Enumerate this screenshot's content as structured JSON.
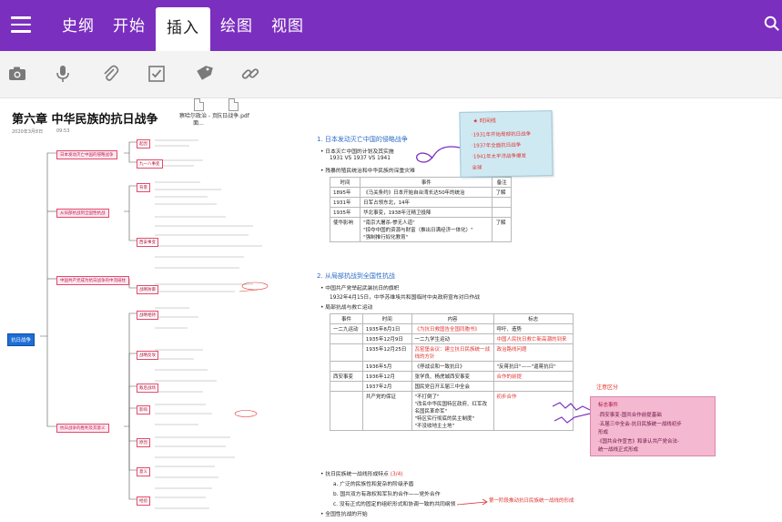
{
  "ribbon": {
    "tabs": [
      {
        "label": "史纲"
      },
      {
        "label": "开始"
      },
      {
        "label": "插入"
      },
      {
        "label": "绘图"
      },
      {
        "label": "视图"
      }
    ],
    "accent_color": "#7b2fbf"
  },
  "toolbar": {
    "icons": [
      "camera-icon",
      "microphone-icon",
      "attach-icon",
      "checkbox-icon",
      "tag-icon",
      "link-icon"
    ]
  },
  "page": {
    "title": "第六章 中华民族的抗日战争",
    "date": "2020年3月8日",
    "time": "09:53",
    "attachments": [
      {
        "name": "察哈尔政治 - 页面..."
      },
      {
        "name": "抗日战争.pdf"
      }
    ]
  },
  "mindmap": {
    "root": "抗日战争",
    "main_nodes": [
      "日本发动灭亡中国的侵略战争",
      "从局部抗战到全国性抗战",
      "中国共产党成为抗日战争的中流砥柱",
      "抗日战争的胜利及其意义"
    ],
    "sub_nodes": [
      "起因",
      "九一八事变",
      "背景",
      "西安事变",
      "战略防御",
      "战略相持",
      "战略反攻",
      "敌后战场",
      "影响",
      "原因",
      "意义",
      "经验"
    ]
  },
  "notes": {
    "section1": {
      "heading": "1.  日本发动灭亡中国的侵略战争",
      "bullet1": "日本灭亡中国的计划及其实施",
      "bullet1_sub": "1931 VS 1937 VS 1941",
      "bullet2": "残暴的殖民统治和中华民族的深重灾难",
      "table_headers": [
        "时间",
        "事件",
        "备注"
      ],
      "table_rows": [
        [
          "1895年",
          "《马关条约》日本开始自台湾长达50年的统治",
          "了解"
        ],
        [
          "1931年",
          "日军占领东北，14年",
          ""
        ],
        [
          "1935年",
          "华北事变，1938年汪精卫投降",
          ""
        ],
        [
          "使华影响",
          "\"南京大屠杀-惨无人道\"",
          "了解"
        ],
        [
          "",
          "\"掠夺中国的资源与财富（推出日满经济一体化）\"",
          ""
        ],
        [
          "",
          "\"强制推行奴化教育\"",
          ""
        ]
      ]
    },
    "section2": {
      "heading": "2.  从局部抗战到全国性抗战",
      "bullet1": "中国共产党举起武装抗日的旗帜",
      "bullet1_sub": "1932年4月15日，中华苏维埃共和国临时中央政府宣布对日作战",
      "bullet2": "局部抗战与救亡运动",
      "table_headers": [
        "事件",
        "时间",
        "内容",
        "标志"
      ],
      "table_rows": [
        [
          "一二九运动",
          "1935年8月1日",
          "《为抗日救国告全国同胞书》",
          "呼吁、造势"
        ],
        [
          "",
          "1935年12月9日",
          "一二九学生运动",
          "中国人民抗日救亡新高潮的到来"
        ],
        [
          "",
          "1935年12月25日",
          "瓦窑堡会议：建立抗日民族统一战线的方针",
          "政治路线问题"
        ],
        [
          "",
          "1936年5月",
          "《停战议和一致抗日》",
          "\"反蒋抗日\"——\"逼蒋抗日\""
        ],
        [
          "西安事变",
          "1936年12月",
          "张学良、杨虎城西安事变",
          "合作的前提"
        ],
        [
          "",
          "1937年2月",
          "国民党召开五届三中全会",
          ""
        ],
        [
          "",
          "共产党的保证",
          "\"不打倒了\"",
          "初步合作"
        ],
        [
          "",
          "",
          "\"改名中华民国特区政府、红军改名国民革命军\"",
          ""
        ],
        [
          "",
          "",
          "\"特区实行彻底的民主制度\"",
          ""
        ],
        [
          "",
          "",
          "\"不没收地主土地\"",
          ""
        ]
      ]
    },
    "section3": {
      "bullet1": "抗日民族统一战线形成特点",
      "bullet1_mark": "(3/4)",
      "items": [
        "a.  广泛的民族性和复杂的阶级矛盾",
        "b.  国共双方有政权和军队的合作——党外合作",
        "c.  没有正式的固定的组织形式和协调一致的共同纲领"
      ],
      "bullet2": "全国性抗战的开始"
    }
  },
  "sticky": {
    "title": "★ 时间线",
    "lines": [
      "·1931年开始局部抗日战争",
      "·1937年全面抗日战争",
      "·1941年太平洋战争爆发",
      "  全球"
    ]
  },
  "pink_callout": {
    "heading": "标志事件",
    "lines": [
      "·西安事变-国共合作前提基础",
      "·五届三中全会-抗日民族统一战线初步",
      "  形成",
      "·《国共合作宣言》和承认共产党合法-",
      "  统一战线正式形成"
    ],
    "handwritten": "注意区分"
  },
  "annotation_bottom": "第一阶段推动抗日民族统一战线的形成"
}
